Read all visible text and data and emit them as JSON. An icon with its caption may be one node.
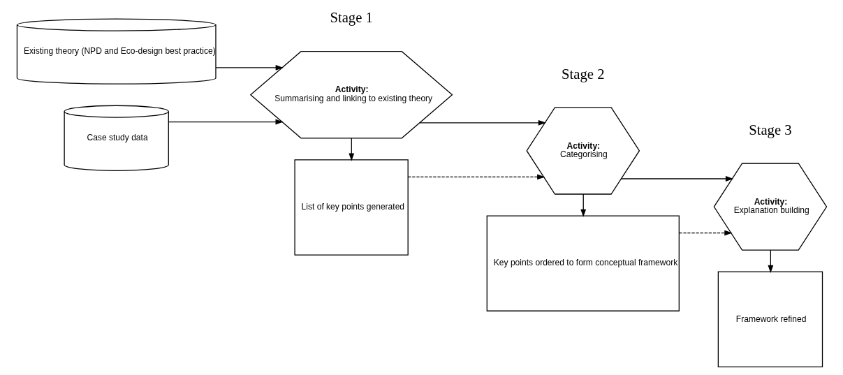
{
  "diagram": {
    "nodes": [
      {
        "text": [
          "Existing theory (NPD and Eco-design best practice)"
        ]
      },
      {
        "text": [
          "Case study data"
        ]
      },
      {
        "text": [
          "Activity:",
          "Summarising and linking to existing theory"
        ],
        "beside": [
          "Stage 1"
        ]
      },
      {
        "text": [
          "List of key points generated"
        ]
      },
      {
        "text": [
          "Activity:",
          "Categorising"
        ],
        "beside": [
          "Stage 2"
        ]
      },
      {
        "text": [
          "Key points ordered to form conceptual framework"
        ]
      },
      {
        "text": [
          "Activity:",
          "Explanation building"
        ],
        "beside": [
          "Stage 3"
        ]
      },
      {
        "text": [
          "Framework refined"
        ]
      }
    ],
    "edges": [
      {
        "from": 0,
        "to": 2,
        "arrow": "to"
      },
      {
        "from": 1,
        "to": 2,
        "arrow": "to"
      },
      {
        "from": 2,
        "to": 3,
        "arrow": "to"
      },
      {
        "from": 2,
        "to": 4,
        "arrow": "to"
      },
      {
        "from": 3,
        "to": 4,
        "arrow": "to",
        "style": "dashed"
      },
      {
        "from": 4,
        "to": 5,
        "arrow": "to"
      },
      {
        "from": 4,
        "to": 6,
        "arrow": "to"
      },
      {
        "from": 5,
        "to": 6,
        "arrow": "to",
        "style": "dashed"
      },
      {
        "from": 6,
        "to": 7,
        "arrow": "to"
      }
    ]
  }
}
